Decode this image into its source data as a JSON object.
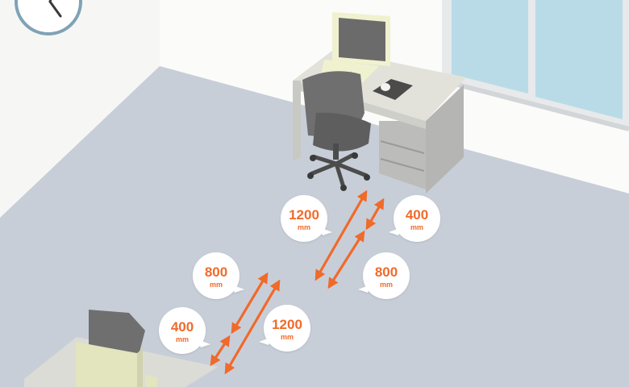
{
  "scene": {
    "colors": {
      "wall": "#f6f6f4",
      "floor": "#c8ced8",
      "desk": "#dcdcd6",
      "chair": "#6f6f6f",
      "monitor": "#f0f2cf",
      "window_glass": "#b9dbe8",
      "arrow": "#f06a2a",
      "bubble": "#ffffff"
    },
    "icons": [
      "clock-icon",
      "window",
      "monitor",
      "office-chair",
      "dimension-arrow"
    ]
  },
  "labels": {
    "top_1200": {
      "value": "1200",
      "unit": "mm"
    },
    "top_400": {
      "value": "400",
      "unit": "mm"
    },
    "top_800": {
      "value": "800",
      "unit": "mm"
    },
    "bottom_800": {
      "value": "800",
      "unit": "mm"
    },
    "bottom_400": {
      "value": "400",
      "unit": "mm"
    },
    "bottom_1200": {
      "value": "1200",
      "unit": "mm"
    }
  }
}
